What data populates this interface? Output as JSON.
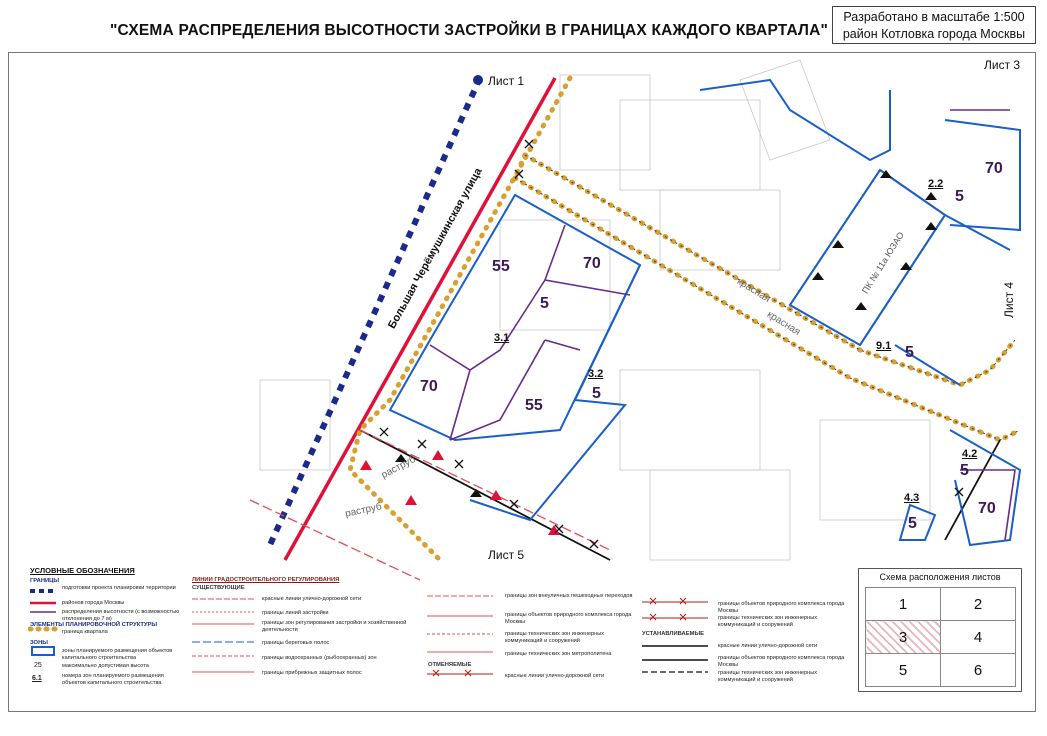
{
  "title": "\"СХЕМА РАСПРЕДЕЛЕНИЯ ВЫСОТНОСТИ ЗАСТРОЙКИ В ГРАНИЦАХ КАЖДОГО КВАРТАЛА\"",
  "scale_box": {
    "line1": "Разработано в масштабе 1:500",
    "line2": "район Котловка города Москвы"
  },
  "sheet_labels": {
    "sheet1": "Лист 1",
    "sheet3": "Лист 3",
    "sheet4": "Лист 4",
    "sheet5": "Лист 5"
  },
  "street": "Большая Черёмушкинская улица",
  "map_text": {
    "krasnaya1": "красная",
    "krasnaya2": "красная",
    "rastrub1": "раструб",
    "rastrub2": "раструб",
    "pk": "ПК № 11а ЮЗАО"
  },
  "zones": [
    {
      "id": "3.1",
      "values": [
        "55",
        "70",
        "5",
        "70",
        "55"
      ]
    },
    {
      "id": "3.2",
      "values": [
        "5"
      ]
    },
    {
      "id": "2.2",
      "values": [
        "5",
        "70"
      ]
    },
    {
      "id": "9.1",
      "values": [
        "5"
      ]
    },
    {
      "id": "4.2",
      "values": [
        "5",
        "70"
      ]
    },
    {
      "id": "4.3",
      "values": [
        "5"
      ]
    }
  ],
  "legend": {
    "title": "УСЛОВНЫЕ ОБОЗНАЧЕНИЯ",
    "borders_title": "ГРАНИЦЫ",
    "items": [
      "подготовки проекта планировки территории",
      "районов города Москвы",
      "распределения высотности (с возможностью отклонения до 7 м)",
      "ЭЛЕМЕНТЫ ПЛАНИРОВОЧНОЙ СТРУКТУРЫ",
      "граница квартала",
      "ЗОНЫ",
      "зоны планируемого размещения объектов капитального строительства",
      "максимально допустимая высота",
      "номера зон планируемого размещения объектов капитального строительства"
    ],
    "sample_25": "25",
    "sample_61": "6.1",
    "lines_title": "ЛИНИИ ГРАДОСТРОИТЕЛЬНОГО РЕГУЛИРОВАНИЯ",
    "existing": "СУЩЕСТВУЮЩИЕ",
    "lines": [
      "красные линии улично-дорожной сети",
      "границы линий застройки",
      "границы зон регулирования застройки и хозяйственной деятельности",
      "границы береговых полос",
      "границы водоохранных (рыбоохранных) зон",
      "границы прибрежных защитных полос"
    ],
    "col3": [
      "границы зон внеуличных пешеходных переходов",
      "границы объектов природного комплекса города Москвы",
      "границы технических зон инженерных коммуникаций и сооружений",
      "границы технических зон метрополитена"
    ],
    "cancelled": "ОТМЕНЯЕМЫЕ",
    "cancelled_item": "красные линии улично-дорожной сети",
    "col4": [
      "границы объектов природного комплекса города Москвы",
      "границы технических зон инженерных коммуникаций и сооружений"
    ],
    "established": "УСТАНАВЛИВАЕМЫЕ",
    "col4b": [
      "красные линии улично-дорожной сети",
      "границы объектов природного комплекса города Москвы",
      "границы технических зон инженерных коммуникаций и сооружений"
    ]
  },
  "sheet_scheme": {
    "title": "Схема расположения листов",
    "cells": [
      "1",
      "2",
      "3",
      "4",
      "5",
      "6"
    ]
  },
  "colors": {
    "red_line": "#e0103a",
    "blue_zone": "#1a5fc8",
    "purple": "#6a2a8a",
    "quarter_dots": "#d8a030",
    "navy": "#1a2a8a"
  }
}
